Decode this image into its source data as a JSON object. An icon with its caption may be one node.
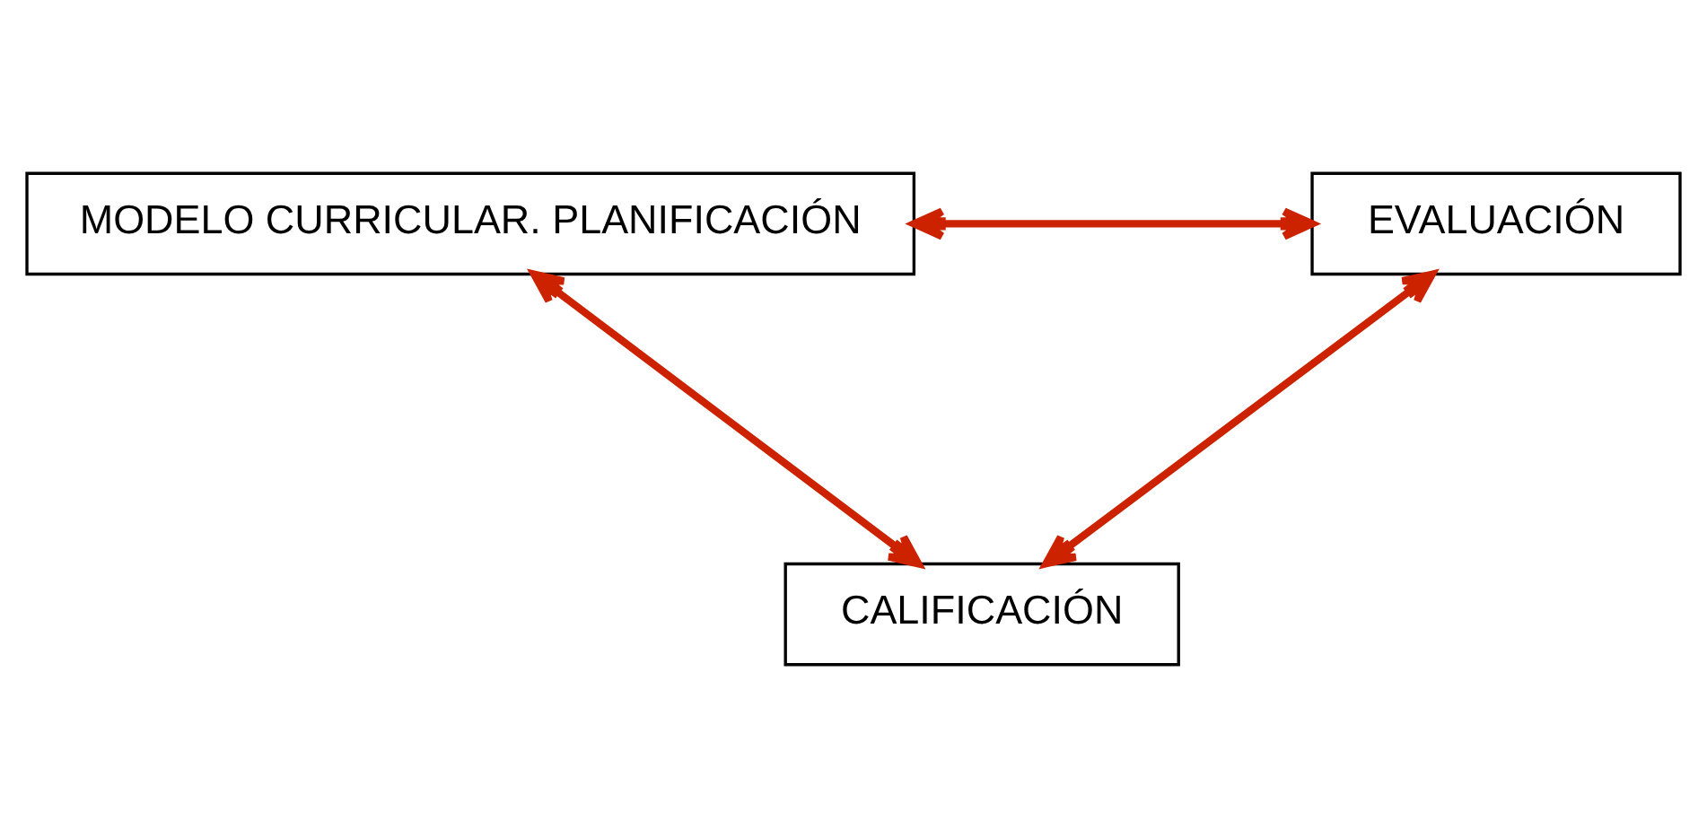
{
  "diagram": {
    "nodes": [
      {
        "text": [
          "MODELO CURRICULAR. PLANIFICACIÓN"
        ]
      },
      {
        "text": [
          "EVALUACIÓN"
        ]
      },
      {
        "text": [
          "CALIFICACIÓN"
        ]
      }
    ],
    "edges": [
      {
        "from": 0,
        "to": 1,
        "arrow": "both"
      },
      {
        "from": 0,
        "to": 2,
        "arrow": "both"
      },
      {
        "from": 1,
        "to": 2,
        "arrow": "both"
      }
    ]
  }
}
